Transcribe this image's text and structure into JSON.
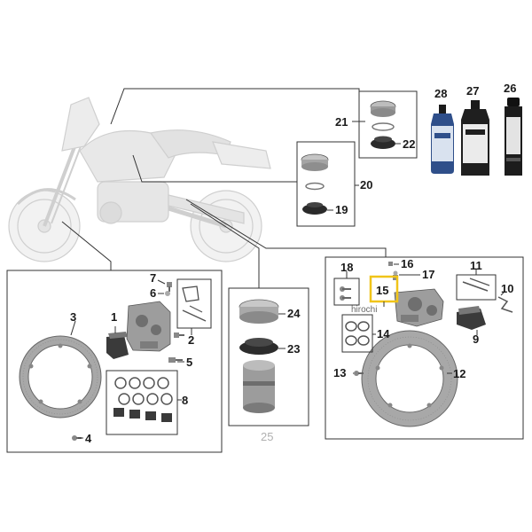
{
  "parts": {
    "p1": "1",
    "p2": "2",
    "p3": "3",
    "p4": "4",
    "p5": "5",
    "p6": "6",
    "p7": "7",
    "p8": "8",
    "p9": "9",
    "p10": "10",
    "p11": "11",
    "p12": "12",
    "p13": "13",
    "p14": "14",
    "p15": "15",
    "p16": "16",
    "p17": "17",
    "p18": "18",
    "p19": "19",
    "p20": "20",
    "p21": "21",
    "p22": "22",
    "p23": "23",
    "p24": "24",
    "p25": "25",
    "p26": "26",
    "p27": "27",
    "p28": "28"
  },
  "highlight_part": "15",
  "watermark": "hirochi",
  "colors": {
    "highlight": "#f0c419",
    "line": "#333333",
    "bike": "#d8d8d8"
  }
}
